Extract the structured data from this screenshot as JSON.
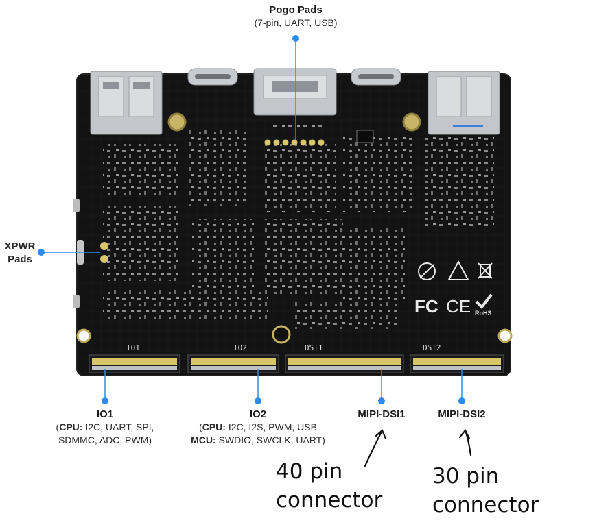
{
  "colors": {
    "accent": "#2b8cf0",
    "board": "#121212",
    "board_edge": "#1c1c1c",
    "pad": "#d8c56a",
    "metal": "#c9cdd2",
    "silk": "#e8e8e8"
  },
  "callouts": {
    "pogo": {
      "title": "Pogo Pads",
      "sub": "(7-pin, UART, USB)"
    },
    "xpwr": {
      "line1": "XPWR",
      "line2": "Pads"
    },
    "io1": {
      "title": "IO1",
      "line1_bold": "CPU:",
      "line1_rest": " I2C, UART, SPI,",
      "line2": "SDMMC, ADC, PWM)",
      "open_paren": "("
    },
    "io2": {
      "title": "IO2",
      "line1_bold": "CPU:",
      "line1_rest": " I2C, I2S, PWM, USB",
      "line2_bold": "MCU:",
      "line2_rest": " SWDIO, SWCLK, UART)",
      "open_paren": "("
    },
    "dsi1": {
      "title": "MIPI-DSI1"
    },
    "dsi2": {
      "title": "MIPI-DSI2"
    }
  },
  "handwritten": {
    "left_line1": "40 pin",
    "left_line2": "connector",
    "right_line1": "30 pin",
    "right_line2": "connector"
  },
  "silkscreen": {
    "io1": "IO1",
    "io2": "IO2",
    "dsi1": "DSI1",
    "dsi2": "DSI2",
    "rohs": "RoHS",
    "fc": "FC",
    "ce": "CE"
  }
}
